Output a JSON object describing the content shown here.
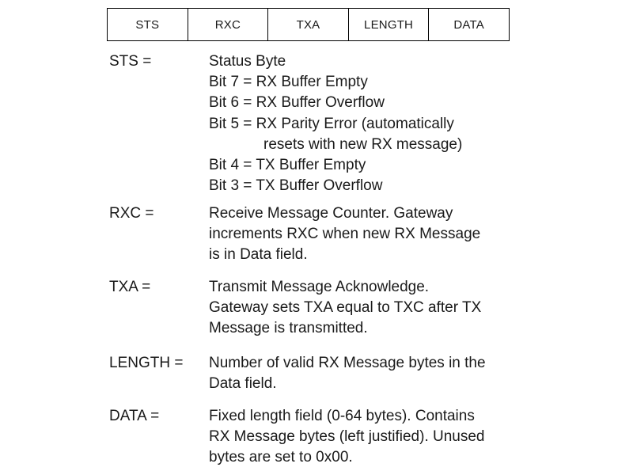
{
  "fields": [
    "STS",
    "RXC",
    "TXA",
    "LENGTH",
    "DATA"
  ],
  "definitions": [
    {
      "term": "STS =",
      "lines": [
        "Status Byte",
        "Bit 7 = RX Buffer Empty",
        "Bit 6 = RX Buffer Overflow",
        "Bit 5 = RX Parity Error (automatically",
        "resets with new RX message)",
        "Bit 4 = TX Buffer Empty",
        "Bit 3 = TX Buffer Overflow"
      ]
    },
    {
      "term": "RXC =",
      "lines": [
        "Receive Message Counter. Gateway",
        "increments RXC when new RX Message",
        "is in Data field."
      ]
    },
    {
      "term": "TXA =",
      "lines": [
        "Transmit Message Acknowledge.",
        "Gateway sets TXA equal to TXC after TX",
        "Message is transmitted."
      ]
    },
    {
      "term": "LENGTH =",
      "lines": [
        "Number of valid RX Message bytes in the",
        "Data field."
      ]
    },
    {
      "term": "DATA =",
      "lines": [
        "Fixed length field (0-64 bytes). Contains",
        "RX Message bytes (left justified). Unused",
        "bytes are set to 0x00."
      ]
    }
  ]
}
